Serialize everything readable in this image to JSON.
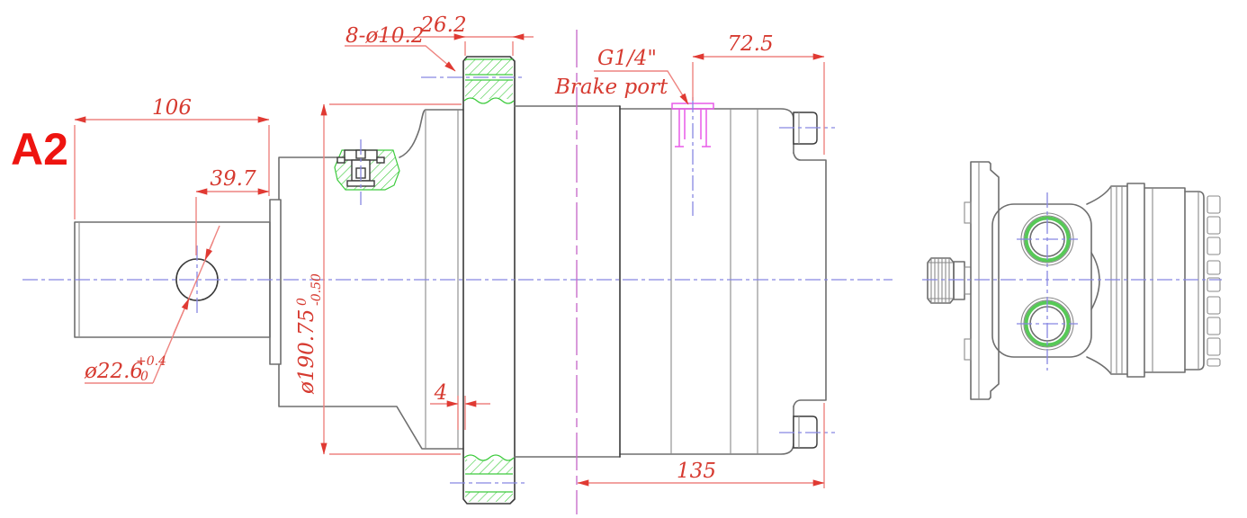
{
  "drawing": {
    "sheet_label": "A2",
    "dimensions": {
      "shaft_length": "106",
      "hole_position": "39.7",
      "bolt_holes": "8-ø10.2",
      "flange_thickness": "26.2",
      "port_thread": "G1/4\"",
      "port_label": "Brake port",
      "rear_length": "72.5",
      "pilot_diameter": "ø190.75",
      "pilot_tol_upper": "0",
      "pilot_tol_lower": "-0.50",
      "cross_hole_diameter": "ø22.6",
      "cross_hole_tol_upper": "+0.4",
      "cross_hole_tol_lower": "0",
      "seal_gap": "4",
      "body_length": "135"
    },
    "colors": {
      "dimension_red": "#d63a30",
      "outline_grey": "#6e6e6e",
      "hatch_green": "#3ecb3e",
      "centerline_blue": "#8787e2",
      "port_magenta": "#e85ae8",
      "axis_magenta": "#c96fca"
    }
  }
}
